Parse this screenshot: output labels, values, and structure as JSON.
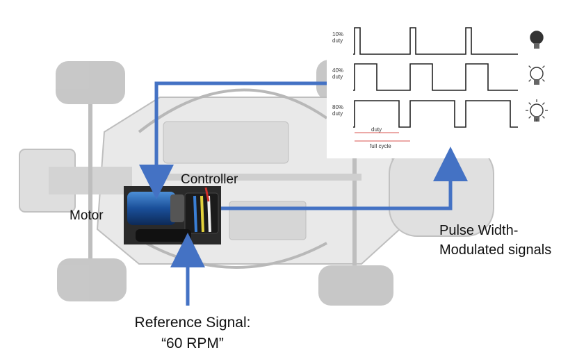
{
  "labels": {
    "motor": "Motor",
    "controller": "Controller",
    "pwm_line1": "Pulse Width-",
    "pwm_line2": "Modulated signals",
    "ref_line1": "Reference Signal:",
    "ref_line2": "“60 RPM”"
  },
  "pwm_panel": {
    "rows": [
      {
        "label_line1": "10%",
        "label_line2": "duty",
        "duty": 0.1,
        "bulb": "dark-bulb-icon"
      },
      {
        "label_line1": "40%",
        "label_line2": "duty",
        "duty": 0.4,
        "bulb": "dim-bulb-icon"
      },
      {
        "label_line1": "80%",
        "label_line2": "duty",
        "duty": 0.8,
        "bulb": "bright-bulb-icon"
      }
    ],
    "duty_caption": "duty",
    "cycle_caption": "full cycle"
  },
  "colors": {
    "arrow": "#4472c4",
    "duty_marker": "#d9534f",
    "waveform": "#222222"
  }
}
